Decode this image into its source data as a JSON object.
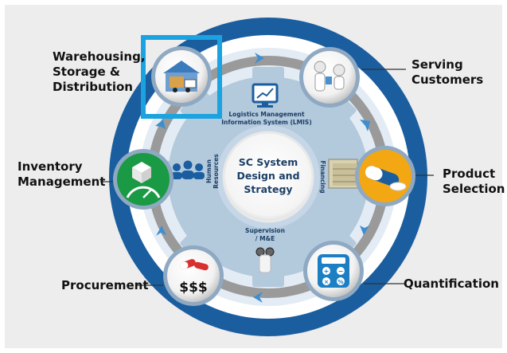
{
  "center": {
    "line1": "SC System",
    "line2": "Design and",
    "line3": "Strategy"
  },
  "gear_labels": {
    "lmis_line1": "Logistics Management",
    "lmis_line2": "Information System (LMIS)",
    "human_line1": "Human",
    "human_line2": "Resources",
    "financing": "Financing",
    "supervision_line1": "Supervision",
    "supervision_line2": "/ M&E"
  },
  "stages": {
    "warehousing": "Warehousing,\nStorage &\nDistribution",
    "serving": "Serving\nCustomers",
    "product": "Product\nSelection",
    "quantification": "Quantification",
    "procurement": "Procurement",
    "inventory": "Inventory\nManagement"
  },
  "procurement_icon_text": "$$$",
  "colors": {
    "ring_blue": "#1b5e9f",
    "gear_blue": "#b3c9dc",
    "gray_ring": "#9a9a9a",
    "arrow_blue": "#3f8fd0",
    "highlight_box": "#1aa3e0",
    "inventory_green": "#1a9a44",
    "quantification_blue": "#1c7fc4",
    "product_orange": "#f2a713"
  },
  "icons": [
    "warehouse-truck-icon",
    "doctor-patient-icon",
    "capsule-icon",
    "calculator-icon",
    "pills-money-icon",
    "box-gauge-icon",
    "monitor-chart-icon",
    "people-icon",
    "money-stack-icon",
    "binoculars-icon"
  ]
}
